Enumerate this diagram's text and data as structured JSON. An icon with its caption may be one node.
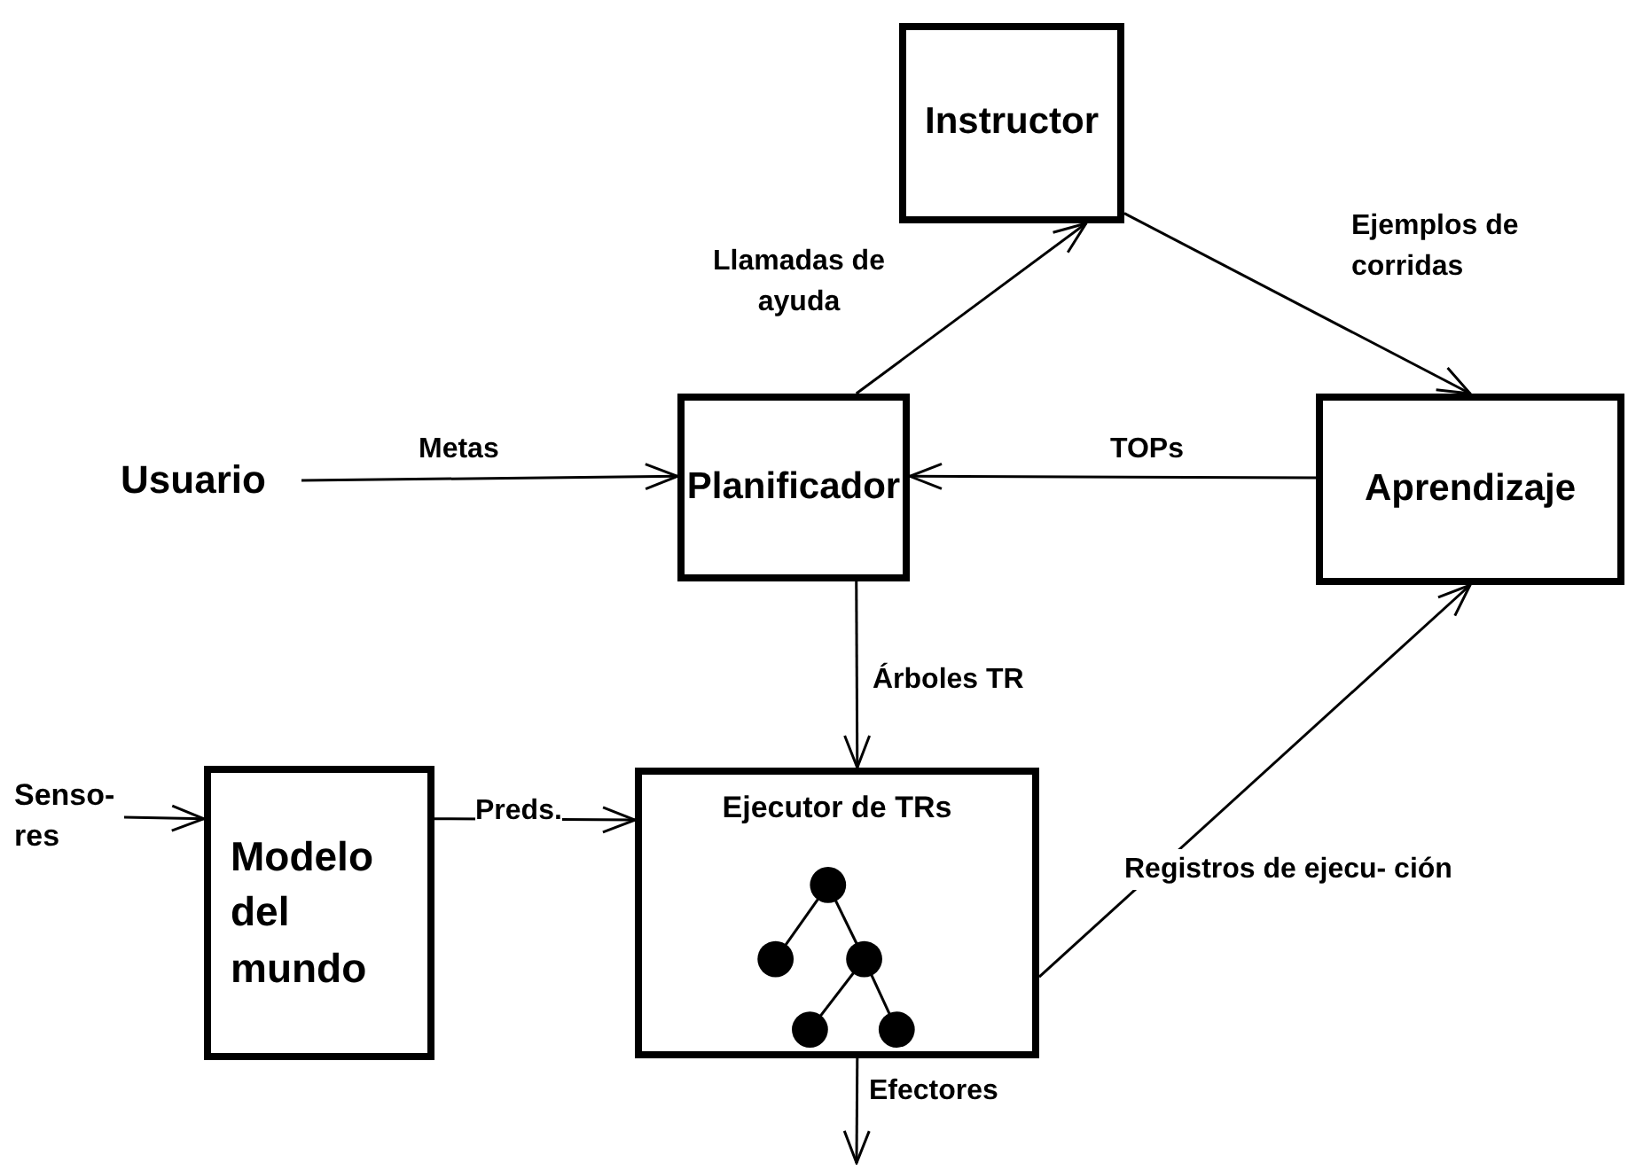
{
  "diagram": {
    "nodes": [
      {
        "text": [
          "Instructor"
        ]
      },
      {
        "text": [
          "Usuario"
        ]
      },
      {
        "text": [
          "Planificador"
        ]
      },
      {
        "text": [
          "Aprendizaje"
        ]
      },
      {
        "text": [
          "Senso- res"
        ]
      },
      {
        "text": [
          "Modelo del mundo"
        ]
      },
      {
        "text": [
          "Ejecutor de TRs"
        ]
      }
    ],
    "edges": [
      {
        "from": 2,
        "to": 0,
        "arrow": "to",
        "label": "Llamadas de ayuda"
      },
      {
        "from": 0,
        "to": 3,
        "arrow": "to",
        "label": "Ejemplos de corridas"
      },
      {
        "from": 1,
        "to": 2,
        "arrow": "to",
        "label": "Metas"
      },
      {
        "from": 3,
        "to": 2,
        "arrow": "to",
        "label": "TOPs"
      },
      {
        "from": 2,
        "to": 6,
        "arrow": "to",
        "label": "Árboles TR"
      },
      {
        "from": 4,
        "to": 5,
        "arrow": "to"
      },
      {
        "from": 5,
        "to": 6,
        "arrow": "to",
        "label": "Preds."
      },
      {
        "from": 6,
        "to": 3,
        "arrow": "to",
        "label": "Registros de ejecu- ción"
      },
      {
        "from": 6,
        "to": null,
        "arrow": "to",
        "label": "Efectores"
      }
    ]
  }
}
